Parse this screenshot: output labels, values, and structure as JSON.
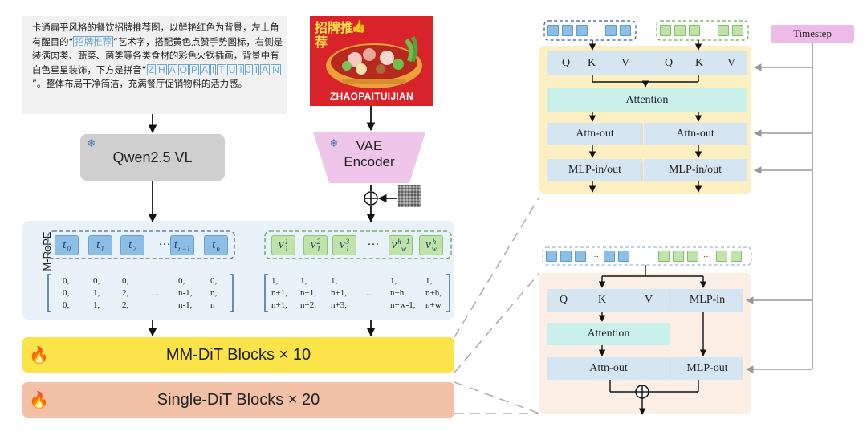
{
  "prompt": {
    "before": "卡通扁平风格的餐饮招牌推荐图，以鲜艳红色为背景，左上角有醒目的“",
    "highlight": "招牌推荐",
    "after": "”艺术字，搭配黄色点赞手势图标，右侧是装满肉类、蔬菜、菌类等各类食材的彩色火锅插画，背景中有白色星星装饰，下方是拼音“",
    "pinyin_letters": [
      "Z",
      "H",
      "A",
      "O",
      "P",
      "A",
      "I",
      "T",
      "U",
      "I",
      "J",
      "I",
      "A",
      "N"
    ],
    "end": "”。整体布局干净简洁，充满餐厅促销物料的活力感。"
  },
  "poster": {
    "title": "招牌推荐",
    "pinyin": "ZHAOPAITUIJIAN"
  },
  "encoders": {
    "text_encoder": "Qwen2.5 VL",
    "vae_line1": "VAE",
    "vae_line2": "Encoder"
  },
  "mrope_label": "M-RoPE",
  "text_tokens": [
    {
      "base": "t",
      "sub": "0",
      "sup": ""
    },
    {
      "base": "t",
      "sub": "1",
      "sup": ""
    },
    {
      "base": "t",
      "sub": "2",
      "sup": ""
    },
    {
      "base": "",
      "sub": "",
      "sup": "",
      "dots": "···"
    },
    {
      "base": "t",
      "sub": "n−1",
      "sup": ""
    },
    {
      "base": "t",
      "sub": "n",
      "sup": ""
    }
  ],
  "image_tokens": [
    {
      "base": "v",
      "sub": "1",
      "sup": "1"
    },
    {
      "base": "v",
      "sub": "1",
      "sup": "2"
    },
    {
      "base": "v",
      "sub": "1",
      "sup": "3"
    },
    {
      "base": "",
      "sub": "",
      "sup": "",
      "dots": "···"
    },
    {
      "base": "v",
      "sub": "w",
      "sup": "h−1"
    },
    {
      "base": "v",
      "sub": "w",
      "sup": "h"
    }
  ],
  "text_matrix": [
    [
      "0,",
      "0,",
      "0,",
      "",
      "0,",
      "0,"
    ],
    [
      "0,",
      "1,",
      "2,",
      "...",
      "n-1,",
      "n,"
    ],
    [
      "0,",
      "1,",
      "2,",
      "",
      "n-1,",
      "n"
    ]
  ],
  "image_matrix": [
    [
      "1,",
      "1,",
      "1,",
      "",
      "1,",
      "1,"
    ],
    [
      "n+1,",
      "n+1,",
      "n+1,",
      "...",
      "n+h,",
      "n+h,"
    ],
    [
      "n+1,",
      "n+2,",
      "n+3,",
      "",
      "n+w-1,",
      "n+w"
    ]
  ],
  "blocks": {
    "mm": "MM-DiT Blocks × 10",
    "single": "Single-DiT Blocks × 20"
  },
  "mm_detail": {
    "q": "Q",
    "k": "K",
    "v": "V",
    "attention": "Attention",
    "attn_out": "Attn-out",
    "mlp": "MLP-in/out"
  },
  "single_detail": {
    "q": "Q",
    "k": "K",
    "v": "V",
    "mlp_in": "MLP-in",
    "attention": "Attention",
    "attn_out": "Attn-out",
    "mlp_out": "MLP-out"
  },
  "timestep": "Timestep",
  "colors": {
    "text_token": "#8dbfe6",
    "image_token": "#bfe3a8",
    "mm_block": "#fbe44a",
    "single_block": "#f2c1a8",
    "timestep": "#eebbe9",
    "attention": "#c9f1ea",
    "poster_red": "#d8232a"
  },
  "icons": [
    "snowflake-icon",
    "fire-icon",
    "thumbs-up-icon",
    "noise-square-icon",
    "add-circle-icon"
  ]
}
